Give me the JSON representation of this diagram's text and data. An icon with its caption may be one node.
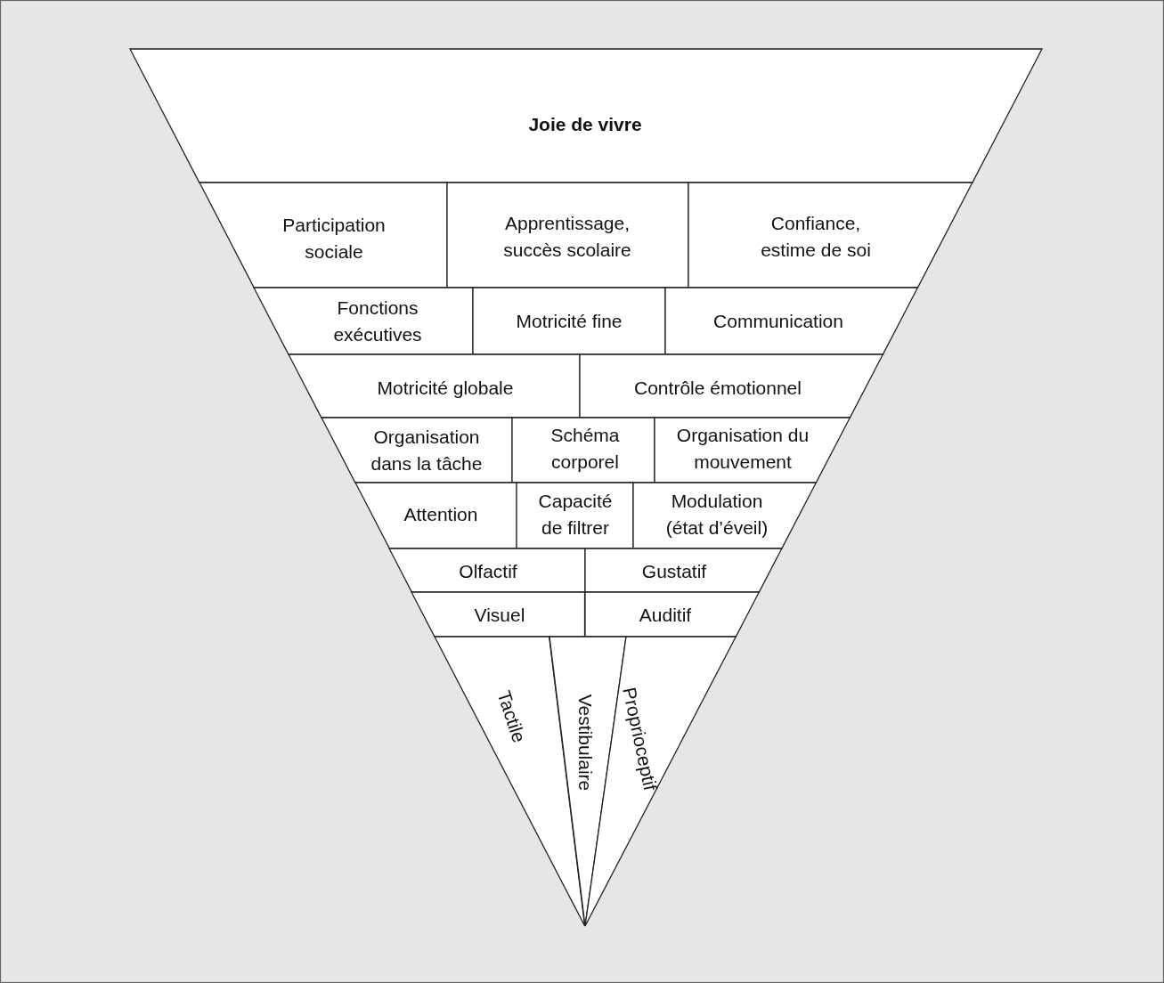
{
  "diagram": {
    "nodes": [
      {
        "text": [
          "Joie de vivre"
        ]
      },
      {
        "text": [
          "Participation sociale"
        ]
      },
      {
        "text": [
          "Apprentissage, succès scolaire"
        ]
      },
      {
        "text": [
          "Confiance, estime de soi"
        ]
      },
      {
        "text": [
          "Fonctions exécutives"
        ]
      },
      {
        "text": [
          "Motricité fine"
        ]
      },
      {
        "text": [
          "Communication"
        ]
      },
      {
        "text": [
          "Motricité globale"
        ]
      },
      {
        "text": [
          "Contrôle émotionnel"
        ]
      },
      {
        "text": [
          "Organisation dans la tâche"
        ]
      },
      {
        "text": [
          "Schéma corporel"
        ]
      },
      {
        "text": [
          "Organisation du mouvement"
        ]
      },
      {
        "text": [
          "Attention"
        ]
      },
      {
        "text": [
          "Capacité de filtrer"
        ]
      },
      {
        "text": [
          "Modulation (état d’éveil)"
        ]
      },
      {
        "text": [
          "Olfactif"
        ]
      },
      {
        "text": [
          "Gustatif"
        ]
      },
      {
        "text": [
          "Visuel"
        ]
      },
      {
        "text": [
          "Auditif"
        ]
      },
      {
        "text": [
          "Tactile"
        ]
      },
      {
        "text": [
          "Vestibulaire"
        ]
      },
      {
        "text": [
          "Proprioceptif"
        ]
      }
    ]
  }
}
